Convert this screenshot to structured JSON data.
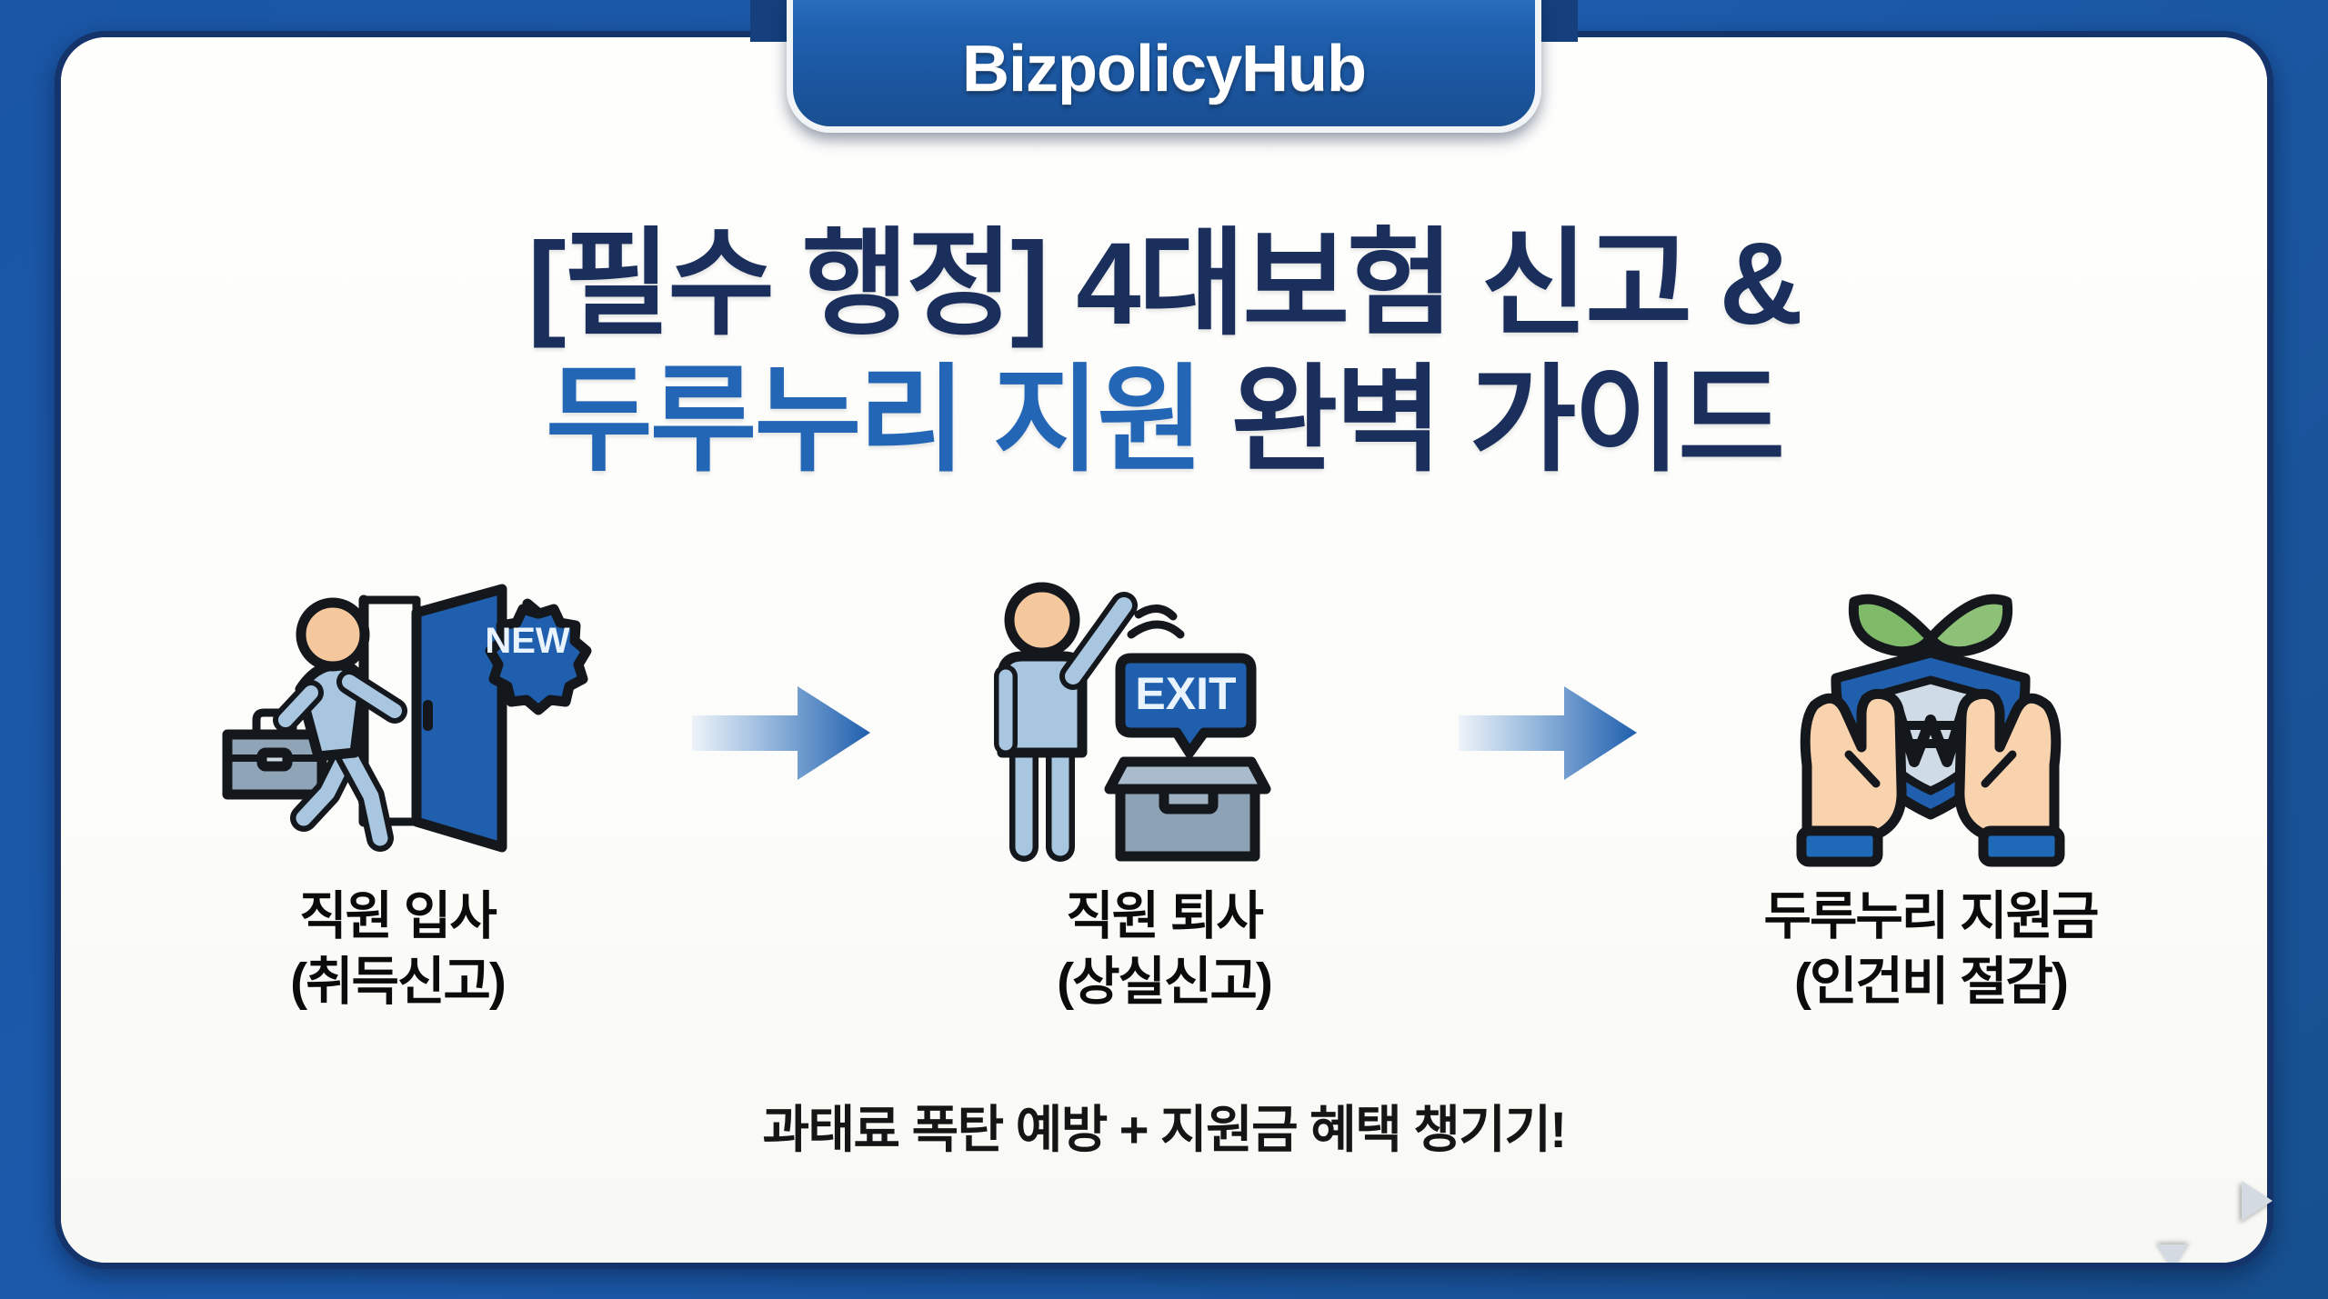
{
  "brand": {
    "ribbon_title": "BizpolicyHub"
  },
  "headline": {
    "line1": "[필수 행정] 4대보험 신고 &",
    "line2_highlight": "두루누리 지원",
    "line2_rest": "완벽 가이드"
  },
  "flow": {
    "steps": [
      {
        "icon": "employee-entering-door-icon",
        "badge": "NEW",
        "label_line1": "직원 입사",
        "label_line2": "(취득신고)"
      },
      {
        "icon": "employee-leaving-exit-icon",
        "badge": "EXIT",
        "label_line1": "직원 퇴사",
        "label_line2": "(상실신고)"
      },
      {
        "icon": "hands-shield-won-sprout-icon",
        "badge": "₩",
        "label_line1": "두루누리 지원금",
        "label_line2": "(인건비 절감)"
      }
    ],
    "arrows": [
      "arrow-right-1",
      "arrow-right-2"
    ]
  },
  "tagline": "과태료 폭탄 예방 + 지원금 혜택 챙기기!",
  "colors": {
    "background_blue": "#1a55a3",
    "card_border_navy": "#14346b",
    "card_bg": "#fdfdfb",
    "ribbon_blue": "#1f60ae",
    "headline_navy": "#1a2f5c",
    "headline_blue": "#2366b6",
    "label_black": "#0b0b0b",
    "icon_body_blue": "#9bbdd9",
    "icon_skin": "#f4c79c",
    "icon_door_blue": "#1f5fae",
    "icon_box_grey": "#8ea2b5",
    "icon_leaf_green": "#7fba69",
    "arrow_blue": "#1f5fae"
  }
}
